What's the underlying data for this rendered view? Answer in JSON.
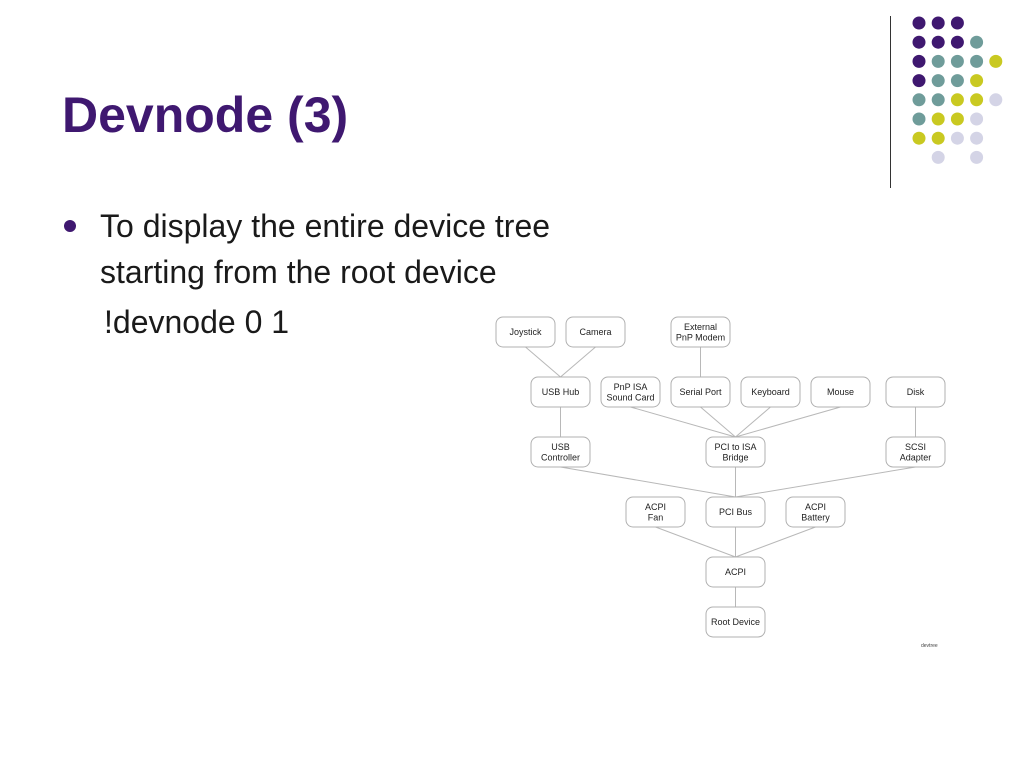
{
  "slide": {
    "title": "Devnode (3)",
    "bullet": "To display the entire device tree starting from the root device",
    "command": "!devnode 0 1"
  },
  "diagram": {
    "caption": "devtree",
    "nodes": [
      {
        "id": "joystick",
        "lines": [
          "Joystick"
        ]
      },
      {
        "id": "camera",
        "lines": [
          "Camera"
        ]
      },
      {
        "id": "ext-modem",
        "lines": [
          "External",
          "PnP Modem"
        ]
      },
      {
        "id": "usb-hub",
        "lines": [
          "USB Hub"
        ]
      },
      {
        "id": "pnp-isa-sound",
        "lines": [
          "PnP ISA",
          "Sound Card"
        ]
      },
      {
        "id": "serial-port",
        "lines": [
          "Serial Port"
        ]
      },
      {
        "id": "keyboard",
        "lines": [
          "Keyboard"
        ]
      },
      {
        "id": "mouse",
        "lines": [
          "Mouse"
        ]
      },
      {
        "id": "disk",
        "lines": [
          "Disk"
        ]
      },
      {
        "id": "usb-controller",
        "lines": [
          "USB",
          "Controller"
        ]
      },
      {
        "id": "pci-isa-bridge",
        "lines": [
          "PCI to ISA",
          "Bridge"
        ]
      },
      {
        "id": "scsi-adapter",
        "lines": [
          "SCSI",
          "Adapter"
        ]
      },
      {
        "id": "acpi-fan",
        "lines": [
          "ACPI",
          "Fan"
        ]
      },
      {
        "id": "pci-bus",
        "lines": [
          "PCI Bus"
        ]
      },
      {
        "id": "acpi-battery",
        "lines": [
          "ACPI",
          "Battery"
        ]
      },
      {
        "id": "acpi",
        "lines": [
          "ACPI"
        ]
      },
      {
        "id": "root-device",
        "lines": [
          "Root Device"
        ]
      }
    ],
    "edges": [
      [
        "joystick",
        "usb-hub"
      ],
      [
        "camera",
        "usb-hub"
      ],
      [
        "ext-modem",
        "serial-port"
      ],
      [
        "usb-hub",
        "usb-controller"
      ],
      [
        "pnp-isa-sound",
        "pci-isa-bridge"
      ],
      [
        "serial-port",
        "pci-isa-bridge"
      ],
      [
        "keyboard",
        "pci-isa-bridge"
      ],
      [
        "mouse",
        "pci-isa-bridge"
      ],
      [
        "disk",
        "scsi-adapter"
      ],
      [
        "usb-controller",
        "pci-bus"
      ],
      [
        "pci-isa-bridge",
        "pci-bus"
      ],
      [
        "scsi-adapter",
        "pci-bus"
      ],
      [
        "acpi-fan",
        "acpi"
      ],
      [
        "pci-bus",
        "acpi"
      ],
      [
        "acpi-battery",
        "acpi"
      ],
      [
        "acpi",
        "root-device"
      ]
    ]
  },
  "decoration": {
    "colors": {
      "purple": "#3f1870",
      "teal": "#6f9c9a",
      "yellow": "#c9c921",
      "lavender": "#d4d4e6"
    }
  }
}
